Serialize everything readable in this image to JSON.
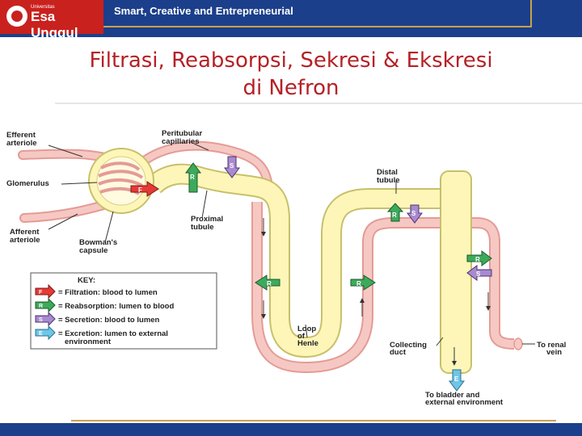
{
  "header": {
    "logo_small": "Universitas",
    "logo_text": "Esa Unggul",
    "tagline": "Smart, Creative and Entrepreneurial"
  },
  "slide": {
    "title_line1": "Filtrasi, Reabsorpsi, Sekresi & Ekskresi",
    "title_line2": "di Nefron"
  },
  "diagram": {
    "labels": {
      "efferent_1": "Efferent",
      "efferent_2": "arteriole",
      "peritubular_1": "Peritubular",
      "peritubular_2": "capillaries",
      "glomerulus": "Glomerulus",
      "afferent_1": "Afferent",
      "afferent_2": "arteriole",
      "bowman_1": "Bowman's",
      "bowman_2": "capsule",
      "proximal_1": "Proximal",
      "proximal_2": "tubule",
      "distal_1": "Distal",
      "distal_2": "tubule",
      "loop_1": "Loop",
      "loop_2": "of",
      "loop_3": "Henle",
      "collecting_1": "Collecting",
      "collecting_2": "duct",
      "renal_1": "To renal",
      "renal_2": "vein",
      "bladder_1": "To bladder and",
      "bladder_2": "external environment"
    },
    "arrows": [
      {
        "letter": "F",
        "color": "#e53935"
      },
      {
        "letter": "R",
        "color": "#3daa5b"
      },
      {
        "letter": "S",
        "color": "#a98ad0"
      },
      {
        "letter": "R",
        "color": "#3daa5b"
      },
      {
        "letter": "S",
        "color": "#a98ad0"
      },
      {
        "letter": "R",
        "color": "#3daa5b"
      },
      {
        "letter": "S",
        "color": "#a98ad0"
      },
      {
        "letter": "R",
        "color": "#3daa5b"
      },
      {
        "letter": "R",
        "color": "#3daa5b"
      },
      {
        "letter": "E",
        "color": "#6ec6e8"
      }
    ],
    "key": {
      "title": "KEY:",
      "items": [
        {
          "letter": "F",
          "text": "= Filtration: blood to lumen",
          "color": "#e53935"
        },
        {
          "letter": "R",
          "text": "= Reabsorption: lumen to blood",
          "color": "#3daa5b"
        },
        {
          "letter": "S",
          "text": "= Secretion: blood to lumen",
          "color": "#a98ad0"
        },
        {
          "letter": "E",
          "text": "= Excretion: lumen to external",
          "text2": "environment",
          "color": "#6ec6e8"
        }
      ]
    },
    "colors": {
      "tubule": "#fdf6b8",
      "vessel": "#f6c8c3",
      "vessel_edge": "#e59b95"
    }
  }
}
